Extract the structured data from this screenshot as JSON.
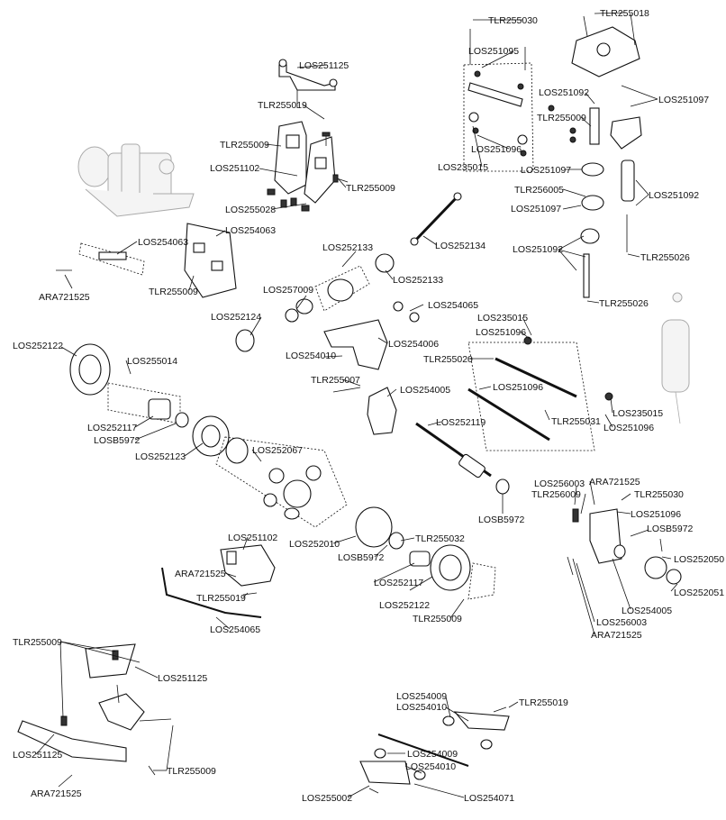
{
  "header": {
    "text": "",
    "color": "#1a9a9a"
  },
  "labels": {
    "los251125_a": "LOS251125",
    "tlr255019_a": "TLR255019",
    "tlr255009_a": "TLR255009",
    "los251102_a": "LOS251102",
    "tlr255009_b": "TLR255009",
    "los255028": "LOS255028",
    "tlr255030": "TLR255030",
    "los251095": "LOS251095",
    "los251096_a": "LOS251096",
    "los235015_a": "LOS235015",
    "tlr255018": "TLR255018",
    "los251092_a": "LOS251092",
    "los251097_a": "LOS251097",
    "tlr255009_c": "TLR255009",
    "los251097_b": "LOS251097",
    "tlr256005": "TLR256005",
    "los251092_b": "LOS251092",
    "los251097_c": "LOS251097",
    "los251092_c": "LOS251092",
    "tlr255026_a": "TLR255026",
    "tlr255026_b": "TLR255026",
    "los254063_a": "LOS254063",
    "los254063_b": "LOS254063",
    "ara721525_a": "ARA721525",
    "tlr255009_d": "TLR255009",
    "los252133_a": "LOS252133",
    "los252133_b": "LOS252133",
    "los252134": "LOS252134",
    "los257009": "LOS257009",
    "los252124": "LOS252124",
    "los254065_a": "LOS254065",
    "los252122_a": "LOS252122",
    "los255014": "LOS255014",
    "los254006": "LOS254006",
    "los254010_a": "LOS254010",
    "tlr255007": "TLR255007",
    "los254005_a": "LOS254005",
    "los235015_b": "LOS235015",
    "los251096_b": "LOS251096",
    "tlr255020": "TLR255020",
    "los251096_c": "LOS251096",
    "tlr255031": "TLR255031",
    "los235015_c": "LOS235015",
    "los251096_d": "LOS251096",
    "los252117_a": "LOS252117",
    "losb5972_a": "LOSB5972",
    "los252123": "LOS252123",
    "los252067": "LOS252067",
    "los252119": "LOS252119",
    "losb5972_b": "LOSB5972",
    "los256003_a": "LOS256003",
    "tlr256009": "TLR256009",
    "ara721525_b": "ARA721525",
    "tlr255030_b": "TLR255030",
    "los251096_e": "LOS251096",
    "losb5972_c": "LOSB5972",
    "los252050": "LOS252050",
    "los252051": "LOS252051",
    "los254005_b": "LOS254005",
    "los256003_b": "LOS256003",
    "ara721525_c": "ARA721525",
    "los251102_b": "LOS251102",
    "ara721525_d": "ARA721525",
    "tlr255019_b": "TLR255019",
    "los254065_b": "LOS254065",
    "los252010": "LOS252010",
    "tlr255032": "TLR255032",
    "losb5972_d": "LOSB5972",
    "los252117_b": "LOS252117",
    "los252122_b": "LOS252122",
    "tlr255009_e": "TLR255009",
    "tlr255009_f": "TLR255009",
    "los251125_b": "LOS251125",
    "los251125_c": "LOS251125",
    "ara721525_e": "ARA721525",
    "tlr255009_g": "TLR255009",
    "los254009_a": "LOS254009",
    "los254010_b": "LOS254010",
    "tlr255019_c": "TLR255019",
    "los254009_b": "LOS254009",
    "los254010_c": "LOS254010",
    "los255002": "LOS255002",
    "los254071": "LOS254071"
  }
}
